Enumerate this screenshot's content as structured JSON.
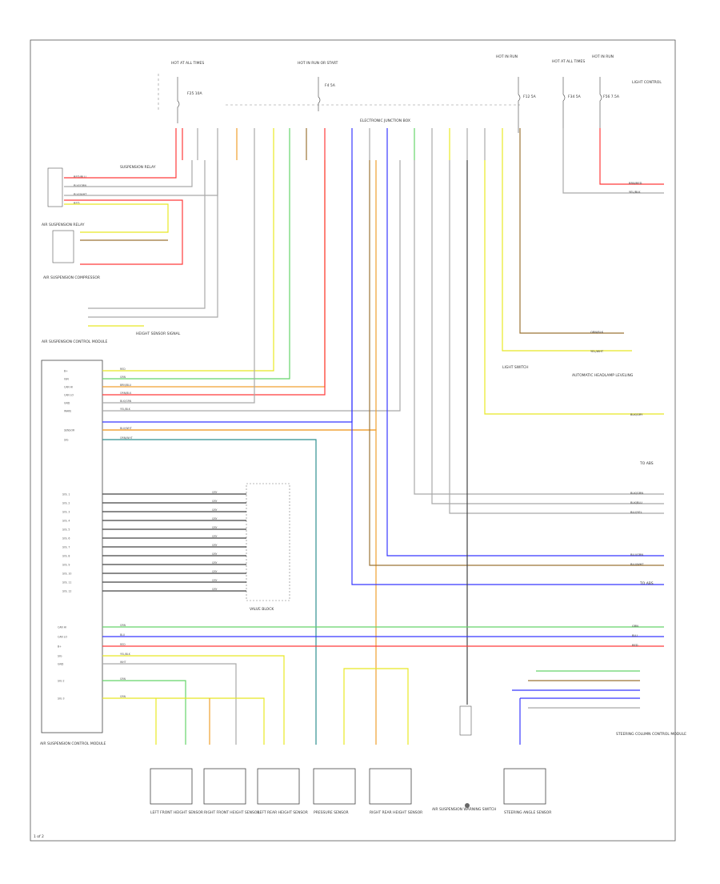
{
  "diagram": {
    "page_ref": "1 of 2",
    "colors": {
      "red": "#ff3b3b",
      "green": "#66d46a",
      "blue": "#3838ff",
      "yellow": "#e8e824",
      "orange": "#f0a030",
      "brown": "#9c7436",
      "gray": "#a9a9a9",
      "teal": "#2f8f8f",
      "pink": "#ff8aa0",
      "black": "#444444"
    },
    "top_labels": {
      "hot_at_all_times_left": "HOT AT ALL TIMES",
      "hot_in_run_center": "HOT IN RUN OR START",
      "hot_right_1": "HOT IN RUN",
      "hot_right_2": "HOT AT ALL TIMES",
      "hot_right_3": "HOT IN RUN",
      "light_control_note": "LIGHT CONTROL",
      "fuse_f25": "F25 10A",
      "fuse_f4": "F4 5A",
      "fuse_f12": "F12 5A",
      "fuse_f34": "F34 5A",
      "fuse_f56": "F56 7.5A",
      "junction_box": "ELECTRONIC JUNCTION BOX"
    },
    "left_components": {
      "suspension_relay": "SUSPENSION RELAY",
      "air_suspension_relay": "AIR SUSPENSION RELAY",
      "compressor_label": "AIR SUSPENSION COMPRESSOR",
      "wire_1": "RED/BLU",
      "wire_2": "BLK/GRN",
      "wire_3": "BLK/WHT",
      "wire_4": "RED",
      "air_suspension_module": "AIR SUSPENSION CONTROL MODULE",
      "height_sensor_note": "HEIGHT SENSOR SIGNAL"
    },
    "module_pins_top": [
      {
        "label": "B+",
        "wire": "RED"
      },
      {
        "label": "IGN",
        "wire": "GRN"
      },
      {
        "label": "CAN HI",
        "wire": "BRN/BLU"
      },
      {
        "label": "CAN LO",
        "wire": "ORN/BLK"
      },
      {
        "label": "GND",
        "wire": "BLK/GRN"
      },
      {
        "label": "WAKE",
        "wire": "YEL/BLK"
      },
      {
        "label": "SENSOR",
        "wire": "BLU/WHT"
      },
      {
        "label": "SIG",
        "wire": "ORN/WHT"
      }
    ],
    "module_pins_middle": [
      {
        "label": "SOL 1",
        "wire": "GRY"
      },
      {
        "label": "SOL 2",
        "wire": "GRY"
      },
      {
        "label": "SOL 3",
        "wire": "GRY"
      },
      {
        "label": "SOL 4",
        "wire": "GRY"
      },
      {
        "label": "SOL 5",
        "wire": "GRY"
      },
      {
        "label": "SOL 6",
        "wire": "GRY"
      },
      {
        "label": "SOL 7",
        "wire": "GRY"
      },
      {
        "label": "SOL 8",
        "wire": "GRY"
      },
      {
        "label": "SOL 9",
        "wire": "GRY"
      },
      {
        "label": "SOL 10",
        "wire": "GRY"
      },
      {
        "label": "SOL 11",
        "wire": "GRY"
      },
      {
        "label": "SOL 12",
        "wire": "GRY"
      }
    ],
    "valve_block": "VALVE BLOCK",
    "module_pins_bottom": [
      {
        "label": "CAN HI",
        "wire": "GRN"
      },
      {
        "label": "CAN LO",
        "wire": "BLU"
      },
      {
        "label": "B+",
        "wire": "RED"
      },
      {
        "label": "SIG",
        "wire": "YEL/BLK"
      },
      {
        "label": "GND",
        "wire": "WHT"
      },
      {
        "label": "SIG 2",
        "wire": "GRN"
      },
      {
        "label": "SIG 3",
        "wire": "GRN"
      }
    ],
    "module_name": "AIR SUSPENSION CONTROL MODULE",
    "right_labels": {
      "to_1": "TO ABS",
      "to_2": "TO ABS",
      "note_a": "LIGHT SWITCH",
      "note_b": "AUTOMATIC HEADLAMP LEVELING",
      "w1": "BRN/RED",
      "w2": "YEL/BLK",
      "w3": "ORN/BLK",
      "w4": "YEL/WHT",
      "w5": "BLK/GRY",
      "w6": "BLK/GRN",
      "w7": "BLK/BLU",
      "w8": "BLU/YEL",
      "w9": "BLU/GRN",
      "w10": "BLU/WHT",
      "w11": "GRN",
      "w12": "BLU",
      "w13": "RED"
    },
    "bottom_components": [
      {
        "name": "LEFT FRONT HEIGHT SENSOR"
      },
      {
        "name": "RIGHT FRONT HEIGHT SENSOR"
      },
      {
        "name": "LEFT REAR HEIGHT SENSOR"
      },
      {
        "name": "PRESSURE SENSOR"
      },
      {
        "name": "RIGHT REAR HEIGHT SENSOR"
      },
      {
        "name": "AIR SUSPENSION WARNING SWITCH"
      },
      {
        "name": "STEERING ANGLE SENSOR"
      }
    ],
    "steering_module": "STEERING COLUMN CONTROL MODULE",
    "footer_code": "1 of 2"
  }
}
